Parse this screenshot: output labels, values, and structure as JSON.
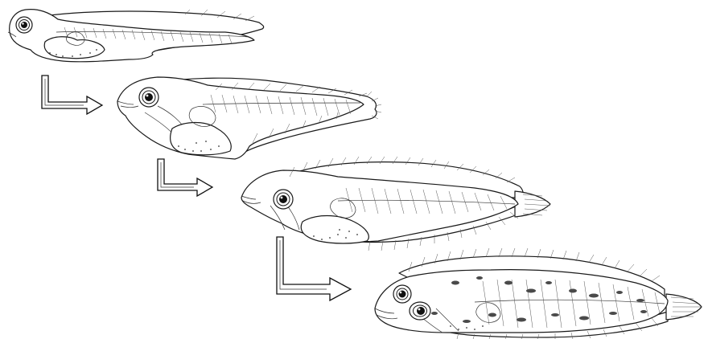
{
  "diagram": {
    "stages": [
      {
        "id": "stage-1",
        "eye_count_visible": 1
      },
      {
        "id": "stage-2",
        "eye_count_visible": 1
      },
      {
        "id": "stage-3",
        "eye_count_visible": 1
      },
      {
        "id": "stage-4",
        "eye_count_visible": 2
      }
    ],
    "connectors": [
      {
        "from": "stage-1",
        "to": "stage-2",
        "shape": "L-arrow"
      },
      {
        "from": "stage-2",
        "to": "stage-3",
        "shape": "L-arrow"
      },
      {
        "from": "stage-3",
        "to": "stage-4",
        "shape": "L-arrow"
      }
    ],
    "colors": {
      "line": "#1a1a1a",
      "fill": "#ffffff",
      "pigment": "#4a4a4a"
    }
  }
}
